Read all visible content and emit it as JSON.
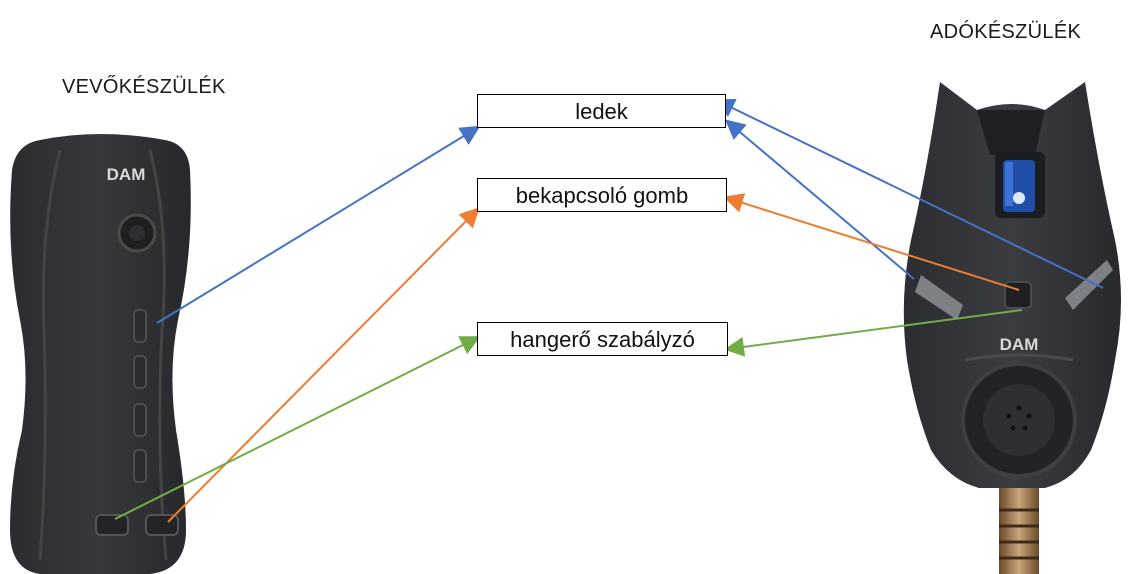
{
  "labels": {
    "receiver": "VEVŐKÉSZÜLÉK",
    "transmitter": "ADÓKÉSZÜLÉK",
    "leds": "ledek",
    "power_button": "bekapcsoló gomb",
    "volume_control": "hangerő szabályzó"
  },
  "brand": {
    "receiver_logo": "DAM",
    "transmitter_logo": "DAM"
  },
  "colors": {
    "leds_arrow": "#4472C4",
    "power_arrow": "#ED7D31",
    "volume_arrow": "#70AD47"
  }
}
